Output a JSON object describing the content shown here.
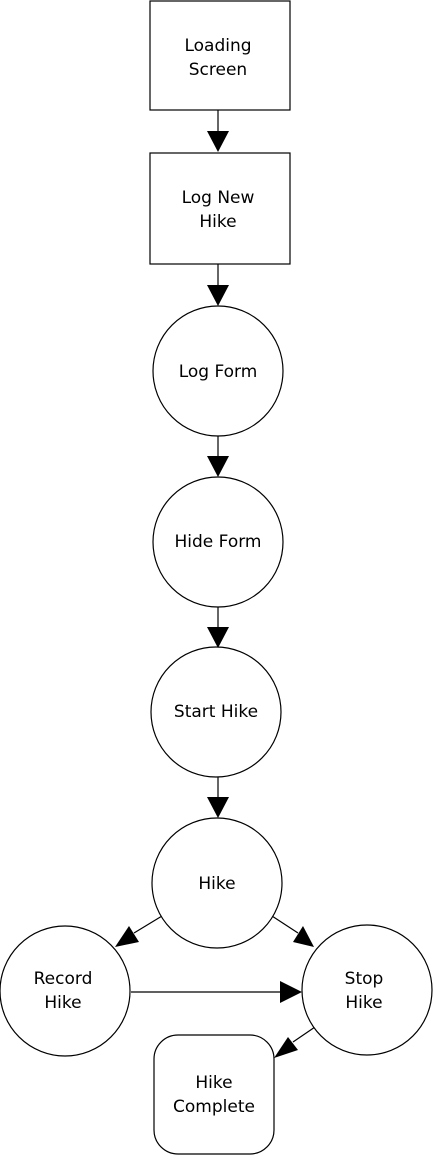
{
  "diagram": {
    "type": "flowchart",
    "nodes": {
      "loading_screen": {
        "shape": "rect",
        "lines": [
          "Loading",
          "Screen"
        ]
      },
      "log_new_hike": {
        "shape": "rect",
        "lines": [
          "Log New",
          "Hike"
        ]
      },
      "log_form": {
        "shape": "circle",
        "lines": [
          "Log Form"
        ]
      },
      "hide_form": {
        "shape": "circle",
        "lines": [
          "Hide Form"
        ]
      },
      "start_hike": {
        "shape": "circle",
        "lines": [
          "Start Hike"
        ]
      },
      "hike": {
        "shape": "circle",
        "lines": [
          "Hike"
        ]
      },
      "record_hike": {
        "shape": "circle",
        "lines": [
          "Record",
          "Hike"
        ]
      },
      "stop_hike": {
        "shape": "circle",
        "lines": [
          "Stop",
          "Hike"
        ]
      },
      "hike_complete": {
        "shape": "rounded-rect",
        "lines": [
          "Hike",
          "Complete"
        ]
      }
    },
    "edges": [
      {
        "from": "loading_screen",
        "to": "log_new_hike"
      },
      {
        "from": "log_new_hike",
        "to": "log_form"
      },
      {
        "from": "log_form",
        "to": "hide_form"
      },
      {
        "from": "hide_form",
        "to": "start_hike"
      },
      {
        "from": "start_hike",
        "to": "hike"
      },
      {
        "from": "hike",
        "to": "record_hike"
      },
      {
        "from": "hike",
        "to": "stop_hike"
      },
      {
        "from": "record_hike",
        "to": "stop_hike"
      },
      {
        "from": "stop_hike",
        "to": "hike_complete"
      }
    ]
  }
}
